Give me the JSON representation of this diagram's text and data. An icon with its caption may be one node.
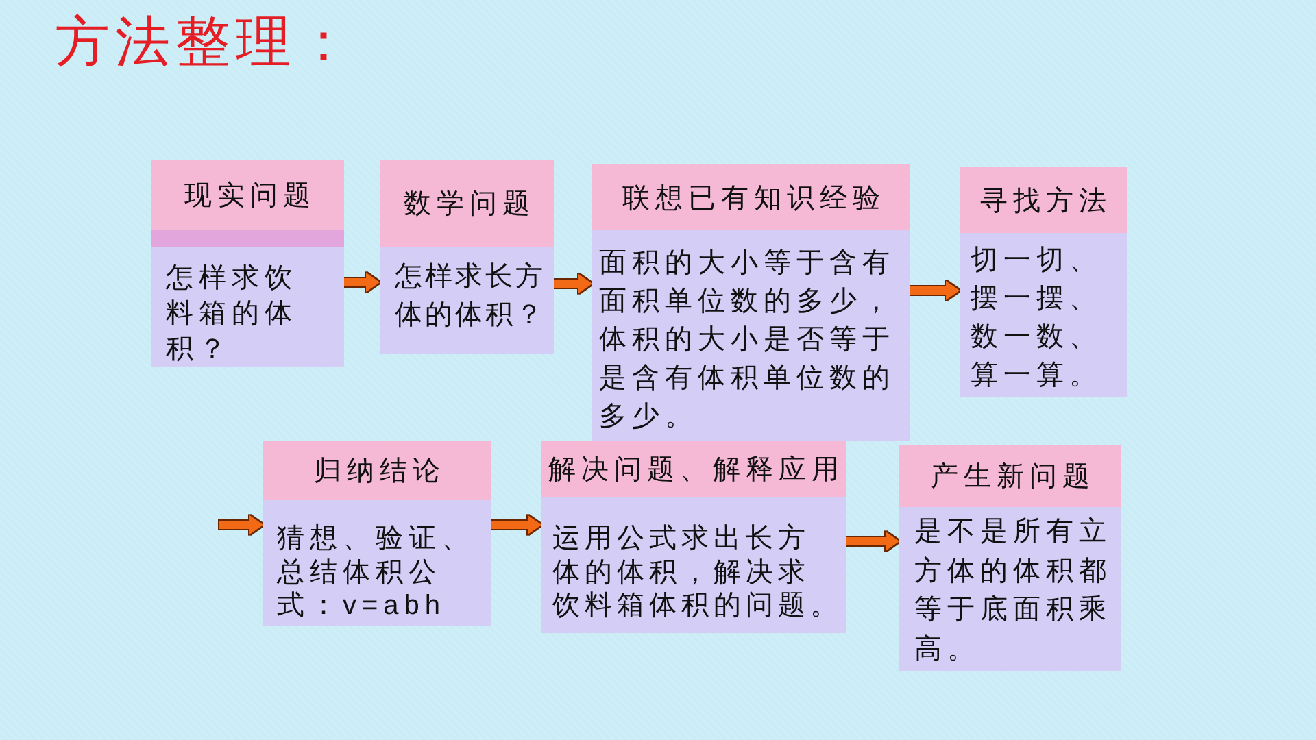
{
  "diagram": {
    "title": "方法整理：",
    "nodes": [
      {
        "text": [
          "现实问题",
          "怎样求饮料箱的体积？"
        ]
      },
      {
        "text": [
          "数学问题",
          "怎样求长方体的体积？"
        ]
      },
      {
        "text": [
          "联想已有知识经验",
          "面积的大小等于含有面积单位数的多少，体积的大小是否等于是含有体积单位数的多少。"
        ]
      },
      {
        "text": [
          "寻找方法",
          "切一切、摆一摆、数一数、算一算。"
        ]
      },
      {
        "text": [
          "归纳结论",
          "猜想、验证、总结体积公式：v=abh"
        ]
      },
      {
        "text": [
          "解决问题、解释应用",
          "运用公式求出长方体的体积，解决求饮料箱体积的问题。"
        ]
      },
      {
        "text": [
          "产生新问题",
          "是不是所有立方体的体积都等于底面积乘高。"
        ]
      }
    ],
    "edges": [
      {
        "from": 0,
        "to": 1,
        "arrow": "to"
      },
      {
        "from": 1,
        "to": 2,
        "arrow": "to"
      },
      {
        "from": 2,
        "to": 3,
        "arrow": "to"
      },
      {
        "from": null,
        "to": 4,
        "arrow": "to"
      },
      {
        "from": 4,
        "to": 5,
        "arrow": "to"
      },
      {
        "from": 5,
        "to": 6,
        "arrow": "to"
      }
    ]
  }
}
